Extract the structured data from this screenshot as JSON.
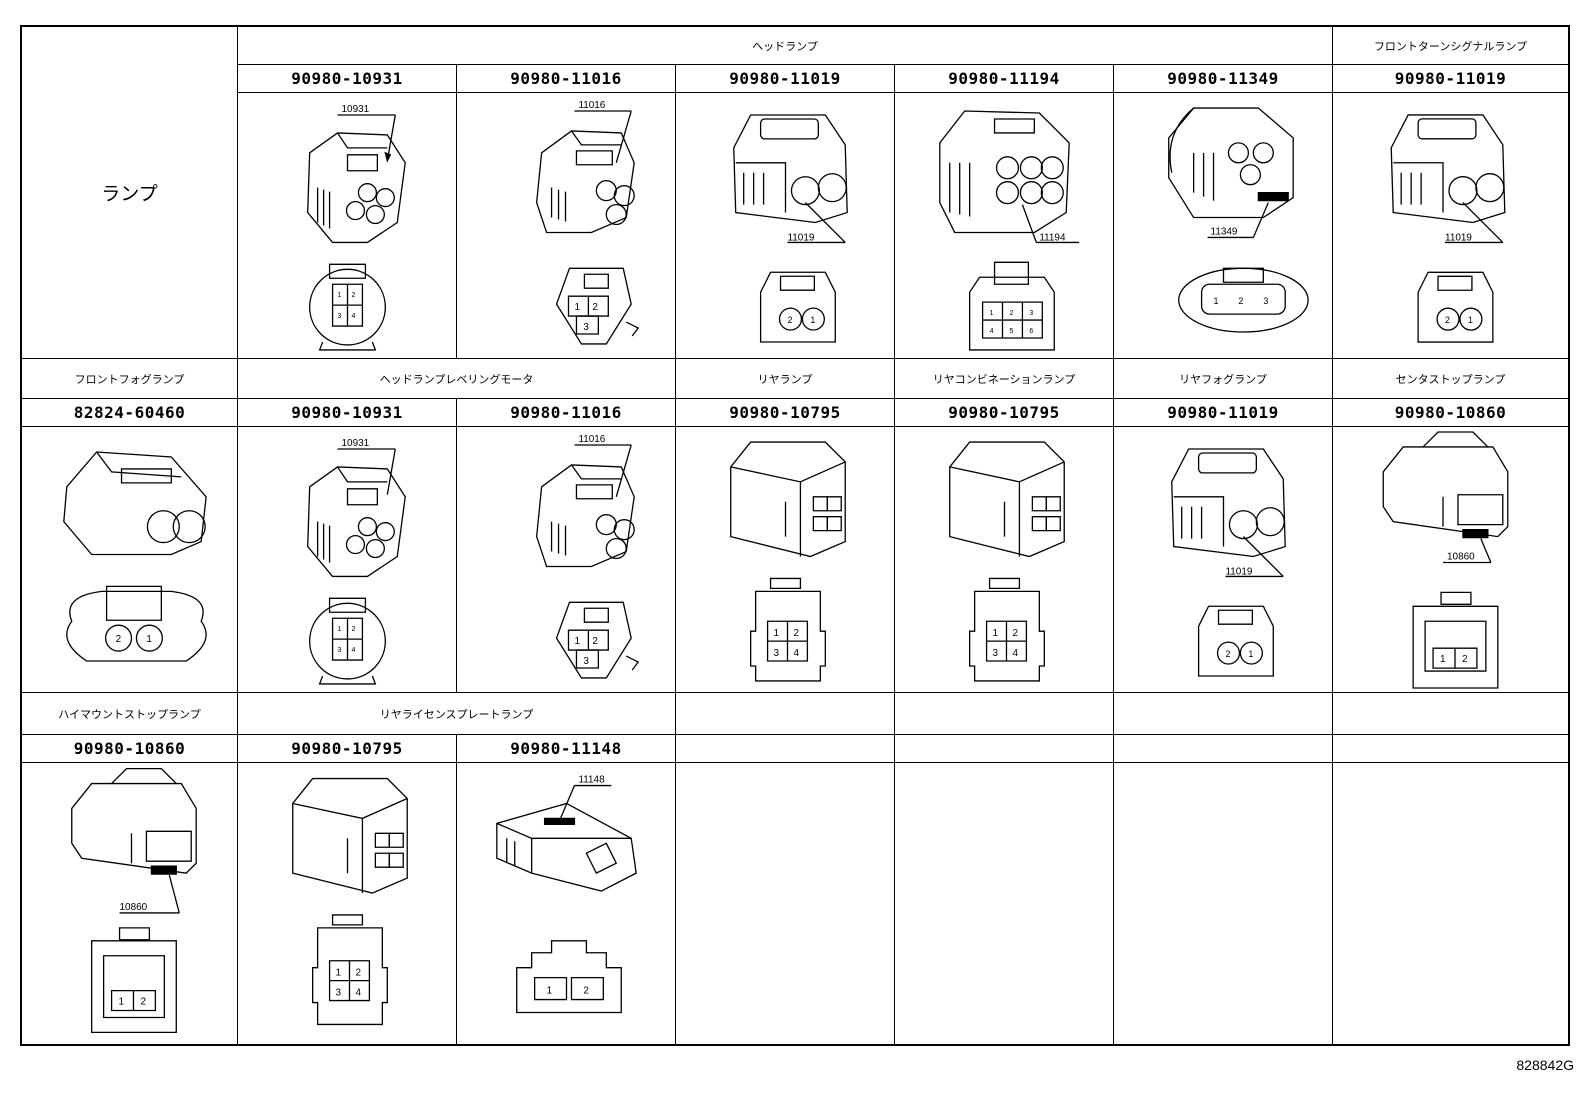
{
  "drawing_id": "828842G",
  "lamp_label": "ランプ",
  "groups": [
    "ヘッドランプ",
    "フロントターンシグナルランプ",
    "フロントフォグランプ",
    "ヘッドランプレベリングモータ",
    "リヤランプ",
    "リヤコンビネーションランプ",
    "リヤフォグランプ",
    "センタストップランプ",
    "ハイマウントストップランプ",
    "リヤライセンスプレートランプ"
  ],
  "part_numbers": [
    "90980-10931",
    "90980-11016",
    "90980-11019",
    "90980-11194",
    "90980-11349",
    "90980-11019",
    "82824-60460",
    "90980-10931",
    "90980-11016",
    "90980-10795",
    "90980-10795",
    "90980-11019",
    "90980-10860",
    "90980-10860",
    "90980-10795",
    "90980-11148"
  ],
  "callouts": [
    "10931",
    "11016",
    "11019",
    "11194",
    "11349",
    "11019",
    "10931",
    "11016",
    "11019",
    "10860",
    "10860",
    "11148"
  ],
  "pin_labels": {
    "p1": "1",
    "p2": "2",
    "p3": "3",
    "p4": "4",
    "p5": "5",
    "p6": "6"
  }
}
